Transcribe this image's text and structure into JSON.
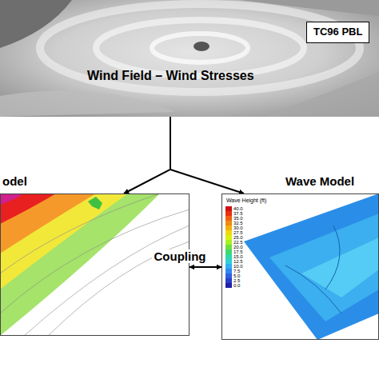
{
  "diagram": {
    "nodes": [
      {
        "text": [
          "Wind Field – Wind Stresses"
        ]
      },
      {
        "text": [
          "TC96 PBL"
        ],
        "in": 0
      },
      {
        "text": [
          "odel"
        ]
      },
      {
        "text": [
          "Wave Model"
        ]
      }
    ],
    "edges": [
      {
        "from": 0,
        "to": 2,
        "arrow": "to"
      },
      {
        "from": 0,
        "to": 3,
        "arrow": "to"
      },
      {
        "from": 2,
        "to": 3,
        "label": "Coupling",
        "arrow": "both"
      }
    ],
    "labels": [
      "Wave Height (ft)",
      "40.0",
      "37.5",
      "35.0",
      "32.5",
      "30.0",
      "27.5",
      "25.0",
      "22.5",
      "20.0",
      "17.5",
      "15.0",
      "12.5",
      "10.0",
      "7.5",
      "5.0",
      "2.5",
      "0.0"
    ]
  }
}
